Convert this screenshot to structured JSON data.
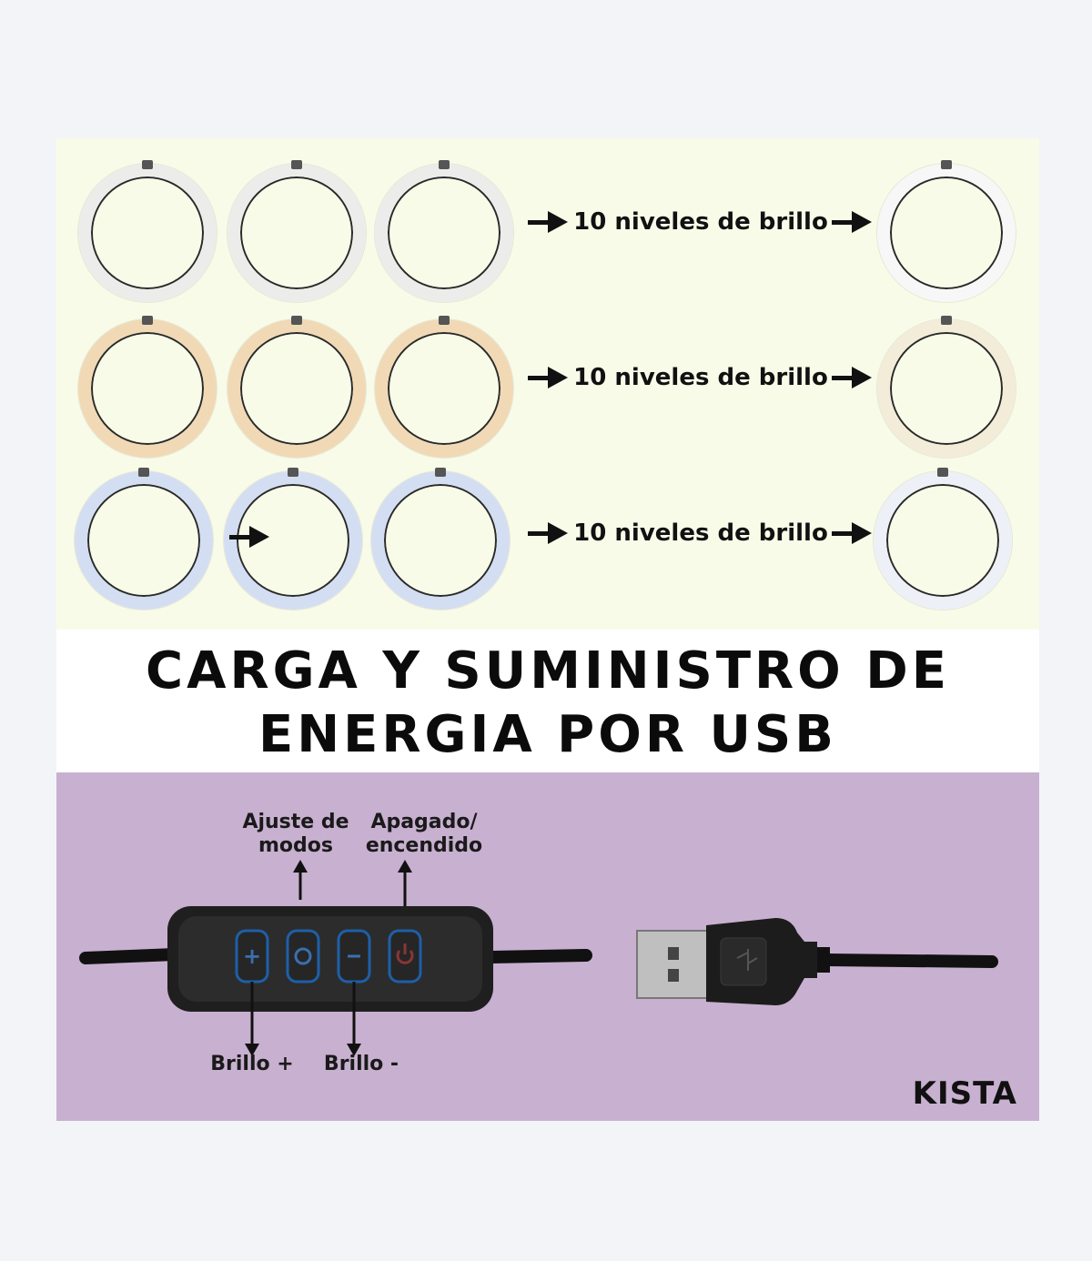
{
  "rows": [
    {
      "label": "10 niveles de brillo",
      "tone": "white",
      "ring_color": "#ececea",
      "final_color": "#f7f7f7"
    },
    {
      "label": "10 niveles de brillo",
      "tone": "warm",
      "ring_color": "#f0d9b4",
      "final_color": "#f3ecd8"
    },
    {
      "label": "10 niveles de brillo",
      "tone": "cool",
      "ring_color": "#d3def2",
      "final_color": "#edf0f6"
    }
  ],
  "headline": {
    "line1": "CARGA Y SUMINISTRO DE",
    "line2": "ENERGIA POR USB"
  },
  "controller": {
    "labels": {
      "mode": "Ajuste de\nmodos",
      "power": "Apagado/\nencendido",
      "bright_up": "Brillo +",
      "bright_down": "Brillo -"
    },
    "button_icons": [
      "plus-icon",
      "cycle-icon",
      "minus-icon",
      "power-icon"
    ]
  },
  "brand": "KISTA",
  "colors": {
    "top_bg": "#f9fbe9",
    "bottom_bg": "#c8b0d0",
    "button_outline": "#1e5fa8"
  }
}
